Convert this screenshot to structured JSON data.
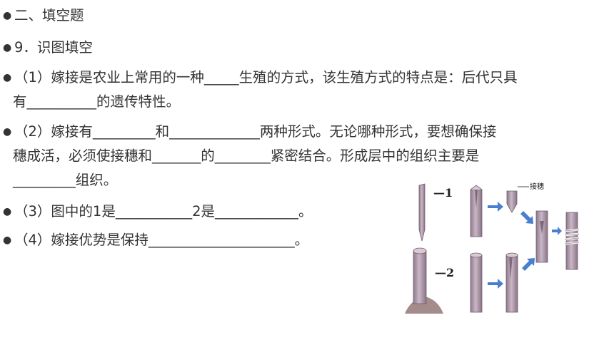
{
  "bullet": "●",
  "section_title": "二、填空题",
  "q9_title": "9．识图填空",
  "q1": {
    "line1": "（1）嫁接是农业上常用的一种_____生殖的方式，该生殖方式的特点是：后代只具",
    "line2": "有__________的遗传特性。"
  },
  "q2": {
    "line1": "（2）嫁接有_________和_____________两种形式。无论哪种形式，要想确保接",
    "line2": "穗成活，必须使接穗和_______的________紧密结合。形成层中的组织主要是",
    "line3": "_________组织。"
  },
  "q3": {
    "line1": "（3）图中的1是___________2是____________。"
  },
  "q4": {
    "line1": "（4）嫁接优势是保持_____________________。"
  },
  "figure": {
    "label_1": "—1",
    "label_2": "—2",
    "label_scion": "接穗",
    "stem_color": "#b9a3b4",
    "soil_color": "#a58c8c",
    "arrow_color": "#4a7fd0"
  }
}
